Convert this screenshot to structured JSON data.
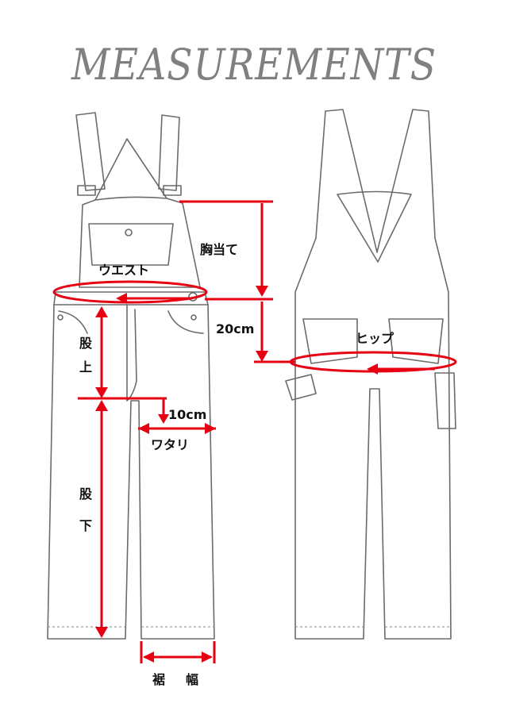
{
  "title": "MEASUREMENTS",
  "labels": {
    "chest_bib": "胸当て",
    "waist": "ウエスト",
    "offset_20": "20cm",
    "rise_1": "股",
    "rise_2": "上",
    "offset_10": "10cm",
    "thigh": "ワタリ",
    "inseam_1": "股",
    "inseam_2": "下",
    "hem_1": "裾",
    "hem_2": "幅",
    "hip": "ヒップ"
  },
  "colors": {
    "accent": "#e60012",
    "sketch": "#6b6b6b",
    "title": "#808080"
  }
}
